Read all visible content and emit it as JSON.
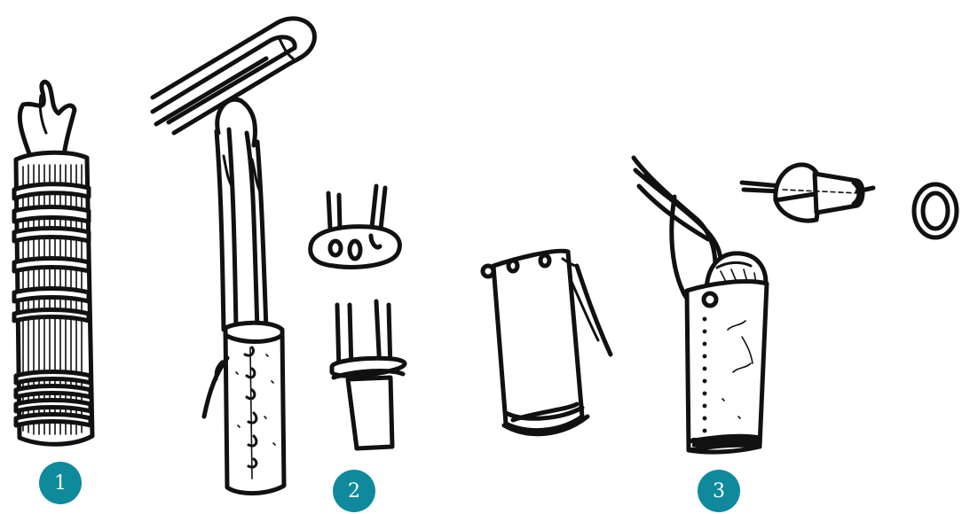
{
  "steps": [
    {
      "number": "1"
    },
    {
      "number": "2"
    },
    {
      "number": "3"
    }
  ],
  "colors": {
    "badge": "#0f8a9c",
    "ink": "#111111"
  },
  "icons": [
    "wrapped-bundle",
    "doll-pin",
    "threaded-bead",
    "cloth-tube",
    "stitched-sleeve",
    "capped-sleeve",
    "small-ring"
  ]
}
